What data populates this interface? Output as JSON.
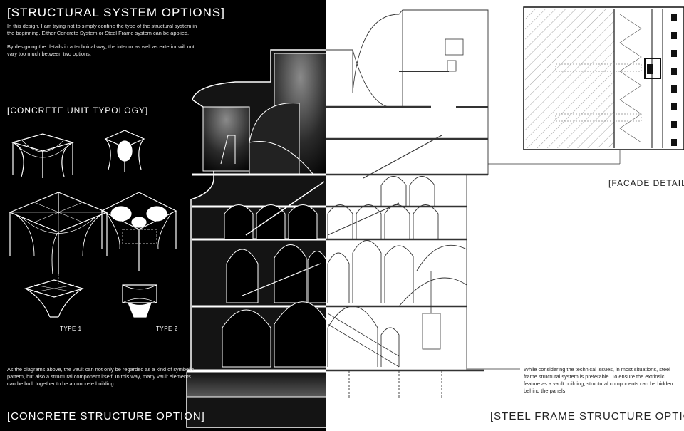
{
  "left": {
    "title": "[STRUCTURAL SYSTEM OPTIONS]",
    "intro_1": "In this design, I am trying not to simply confine the type of the structural system in the beginning. Either Concrete System or Steel Frame system can be applied.",
    "intro_2": "By designing the details in a technical way, the interior as well as exterior will not vary too much between two options.",
    "typology_title": "[CONCRETE UNIT TYPOLOGY]",
    "type1": "TYPE 1",
    "type2": "TYPE 2",
    "bottom_text": "As the diagrams above, the vault can not only be regarded as a kind of symbolic pattern, but also a structural component itself. In this way, many vault elements can be built together to be a concrete building.",
    "option_title": "[CONCRETE STRUCTURE OPTION]"
  },
  "right": {
    "facade_label": "[FACADE DETAIL]",
    "steel_text": "While considering the technical issues, in most situations, steel frame structural system is preferable. To ensure the extrinsic feature as a vault building, structural components can be hidden behind the panels.",
    "option_title": "[STEEL FRAME STRUCTURE OPTION]"
  },
  "colors": {
    "left_bg": "#000000",
    "right_bg": "#ffffff",
    "line_light": "#ffffff",
    "line_dark": "#222222"
  }
}
